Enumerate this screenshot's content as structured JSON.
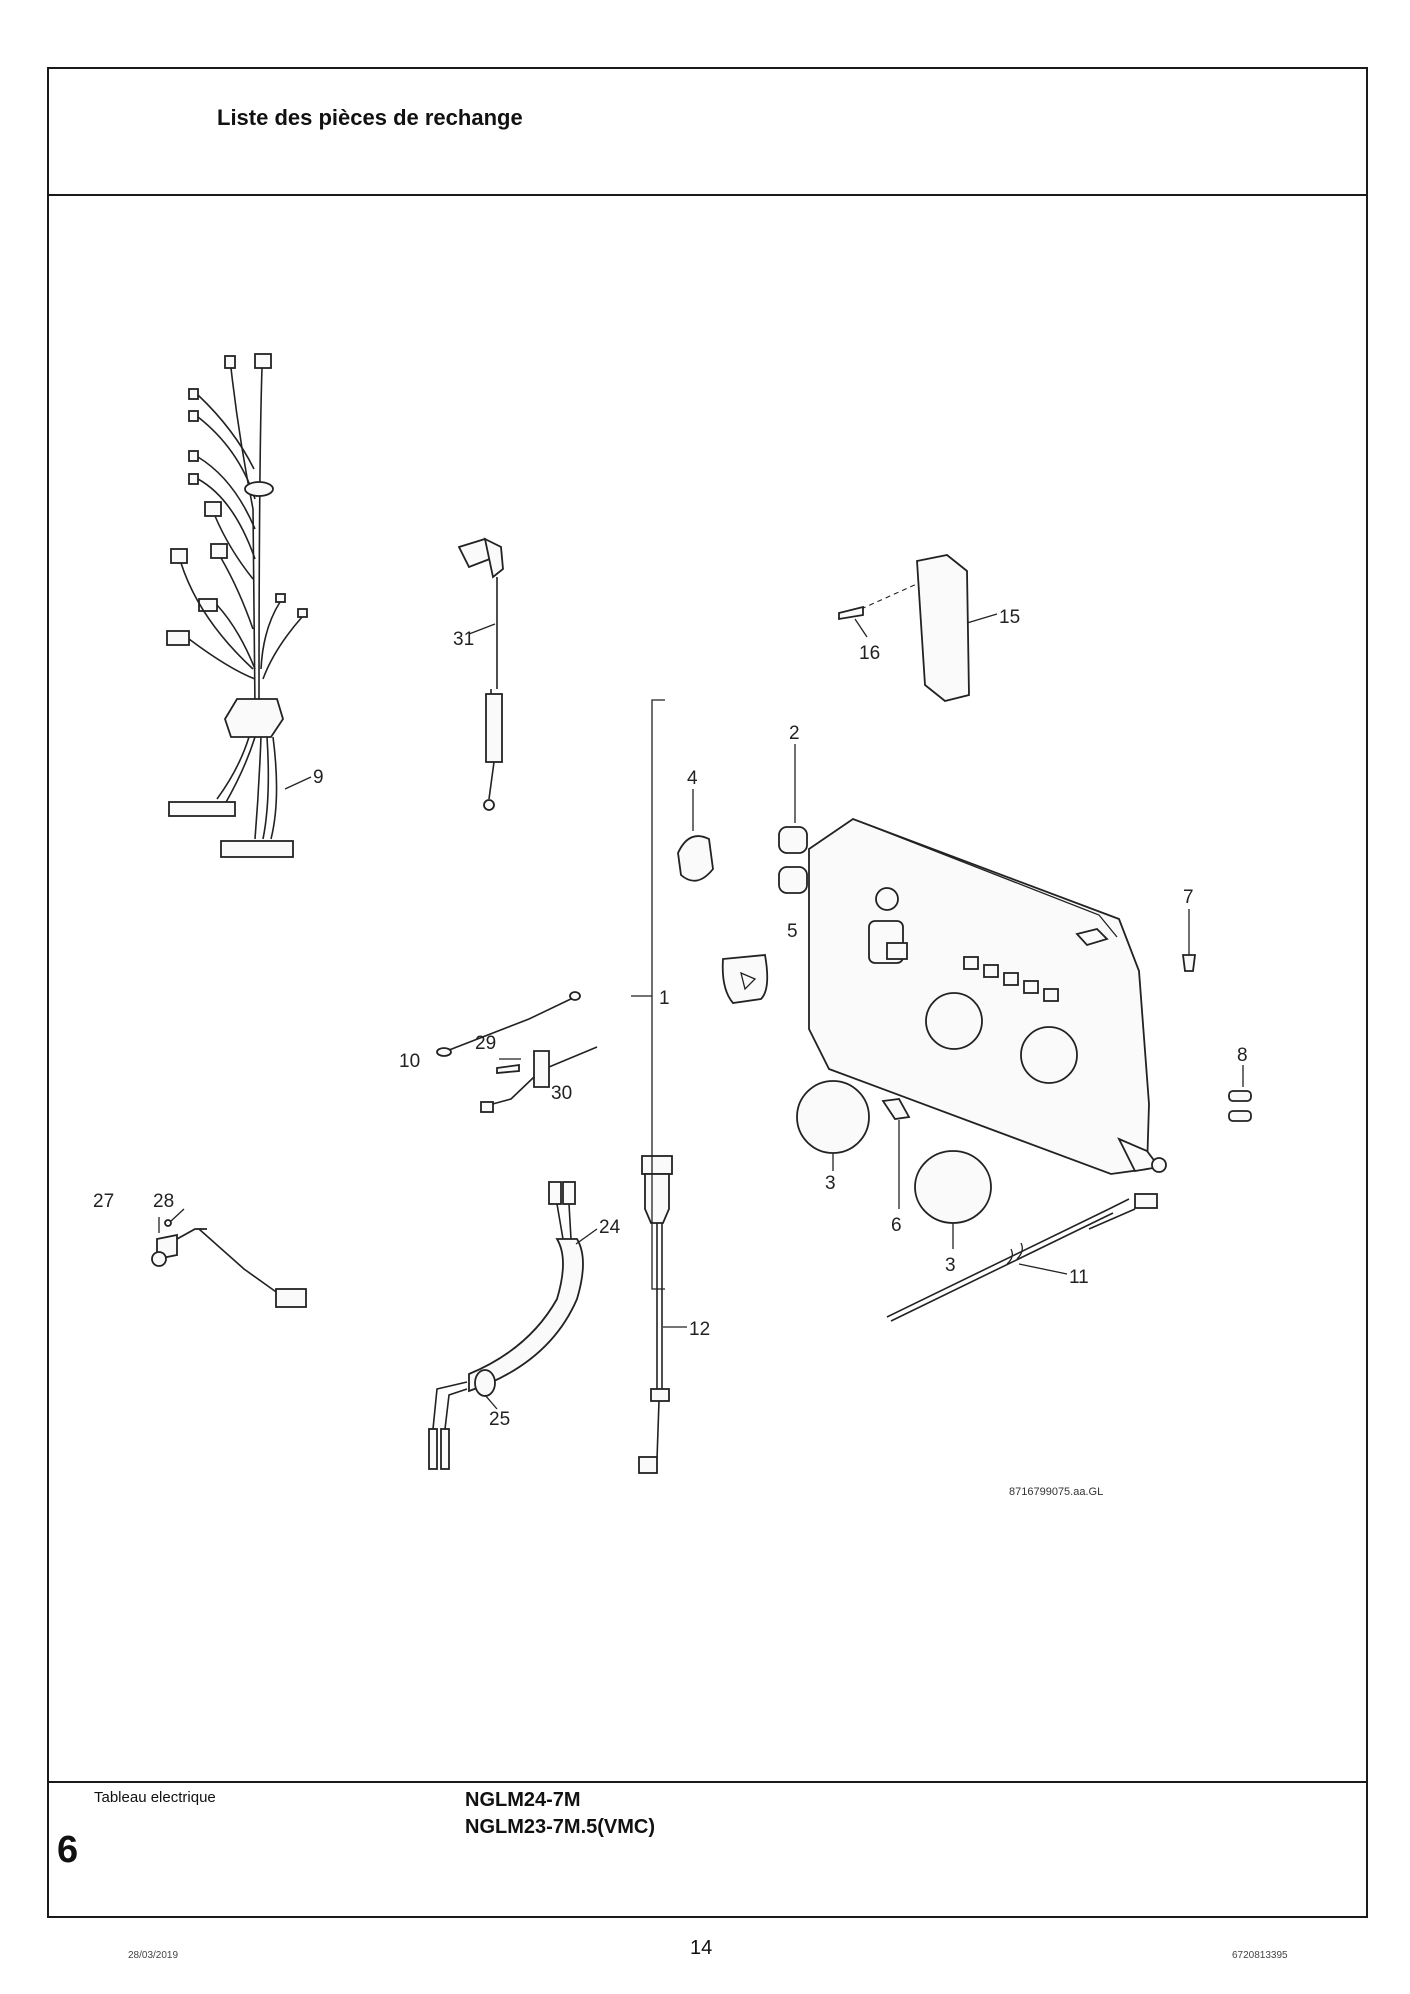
{
  "header": {
    "title": "Liste des pièces de rechange"
  },
  "diagram": {
    "reference": "8716799075.aa.GL",
    "callouts": [
      "1",
      "2",
      "3",
      "3",
      "4",
      "5",
      "6",
      "7",
      "8",
      "9",
      "10",
      "11",
      "12",
      "15",
      "16",
      "24",
      "25",
      "27",
      "28",
      "29",
      "30",
      "31"
    ]
  },
  "footer": {
    "section_label": "Tableau electrique",
    "section_number": "6",
    "models": [
      "NGLM24-7M",
      "NGLM23-7M.5(VMC)"
    ]
  },
  "page": {
    "date": "28/03/2019",
    "number": "14",
    "document_number": "6720813395"
  }
}
